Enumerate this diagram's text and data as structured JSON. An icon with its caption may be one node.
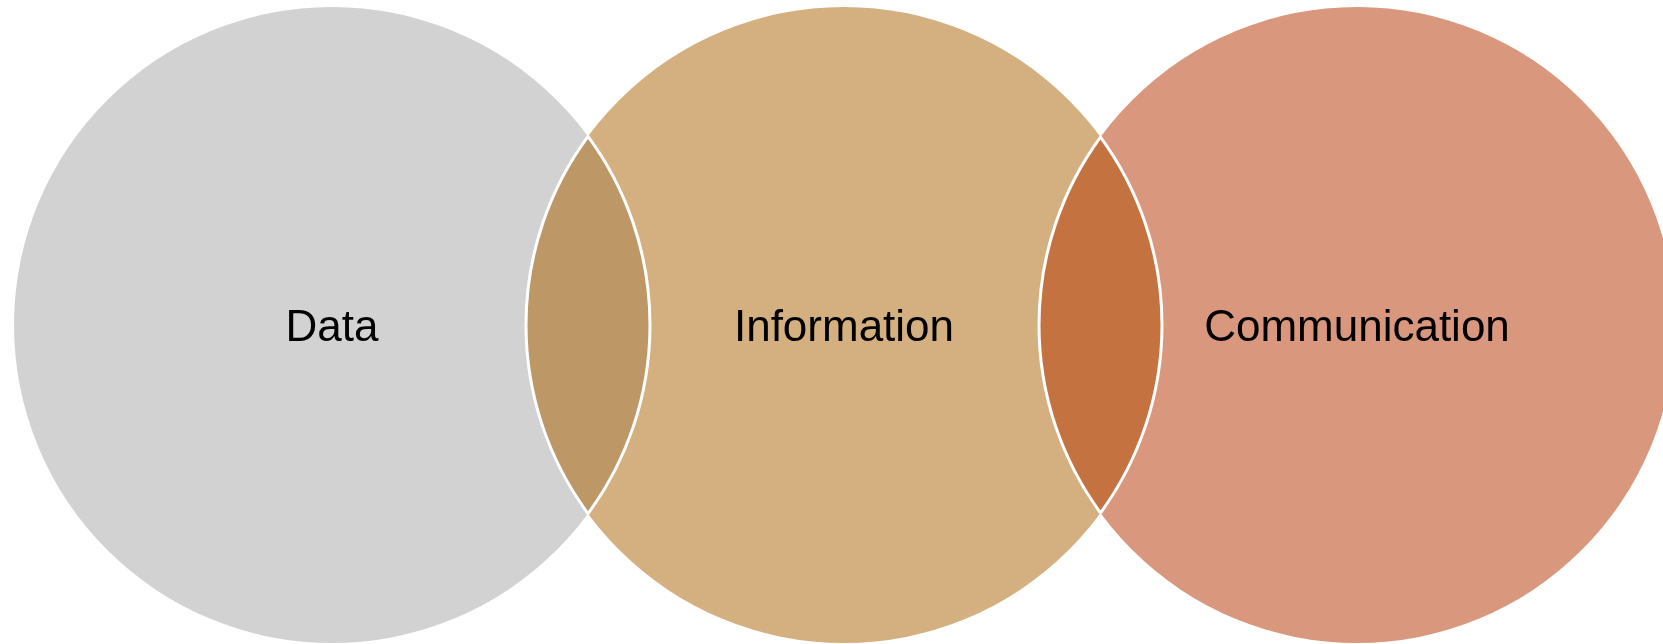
{
  "diagram": {
    "nodes": [
      {
        "text": [
          "Data"
        ]
      },
      {
        "text": [
          "Information"
        ]
      },
      {
        "text": [
          "Communication"
        ]
      }
    ]
  }
}
